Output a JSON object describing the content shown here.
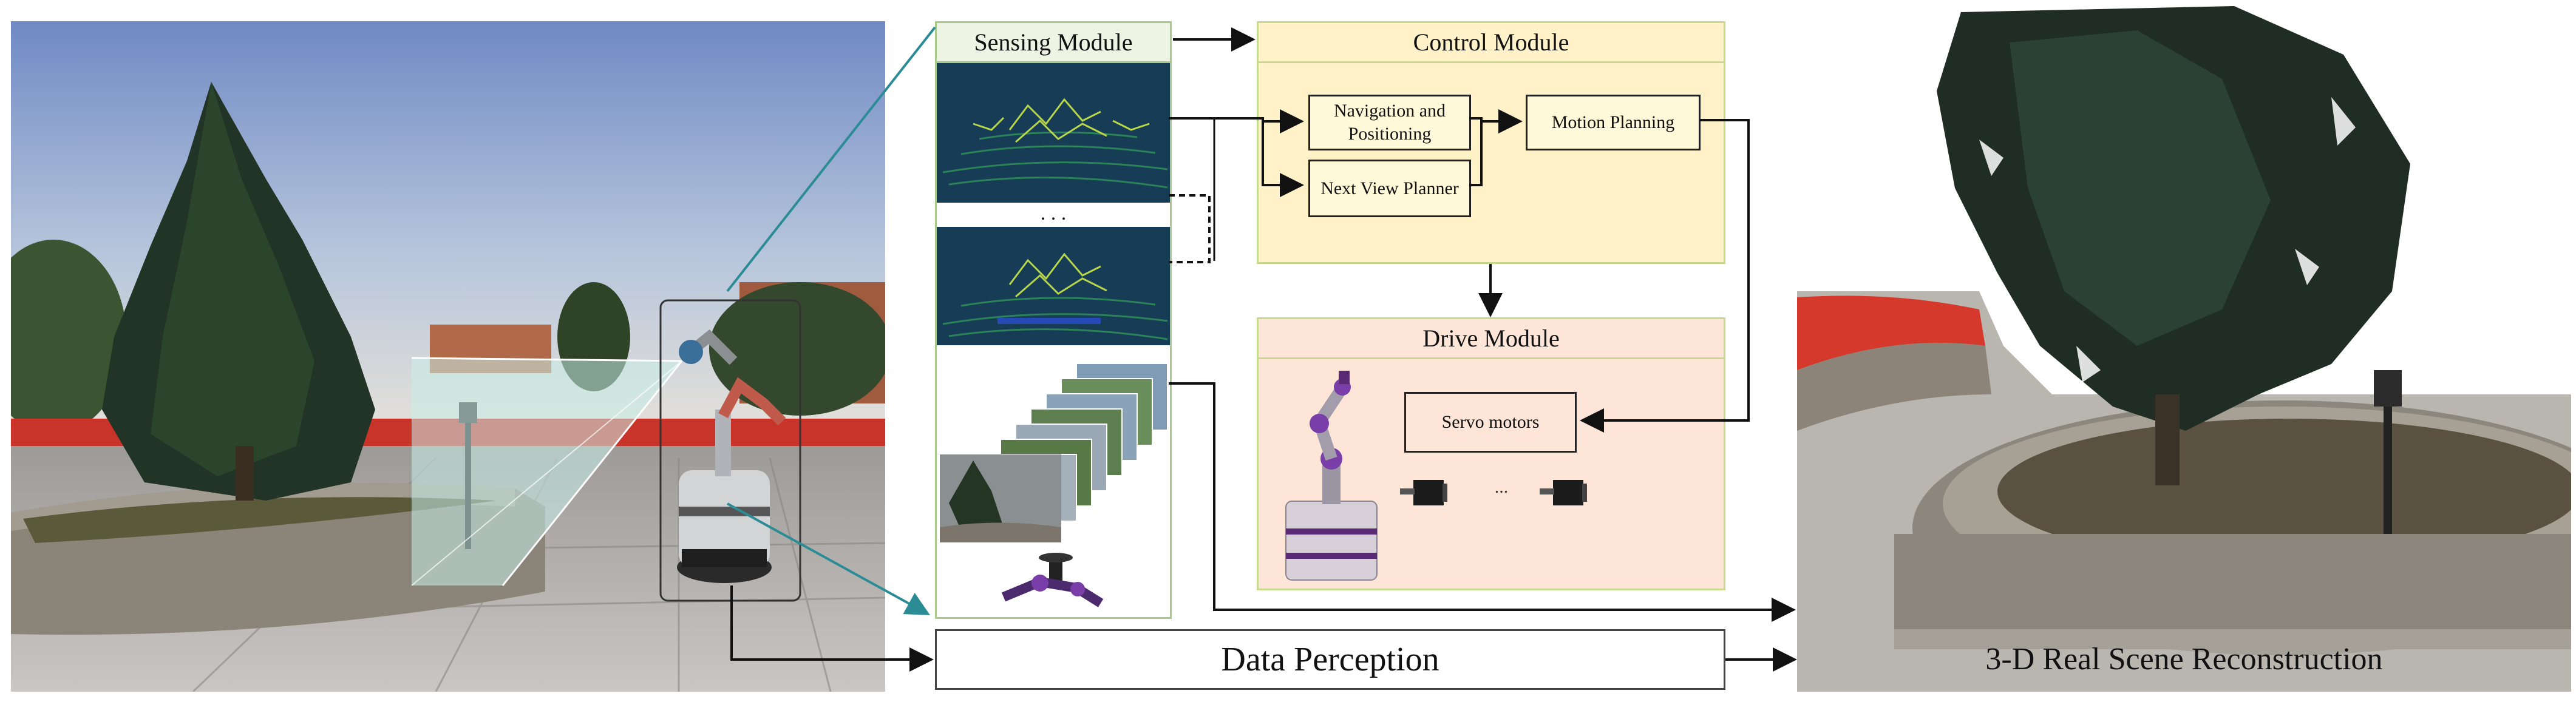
{
  "sensing": {
    "title": "Sensing Module",
    "ellipsis": ". . ."
  },
  "control": {
    "title": "Control Module",
    "nav_label": "Navigation and Positioning",
    "nvp_label": "Next View Planner",
    "motion_label": "Motion Planning"
  },
  "drive": {
    "title": "Drive Module",
    "servo_label": "Servo motors",
    "ellipsis": "..."
  },
  "data_perception": {
    "label": "Data Perception"
  },
  "reconstruction": {
    "label": "3-D Real Scene Reconstruction"
  },
  "colors": {
    "control_fill": "#fff2c8",
    "control_border": "#c6d98e",
    "drive_fill": "#fde6d8",
    "sensing_border": "#a8c98a",
    "pointcloud_bg": "#163c56",
    "teal_line": "#2c8c96",
    "tree_dark": "#1f2f22",
    "sky_top": "#7d95c8",
    "wall_red": "#d8352a"
  }
}
